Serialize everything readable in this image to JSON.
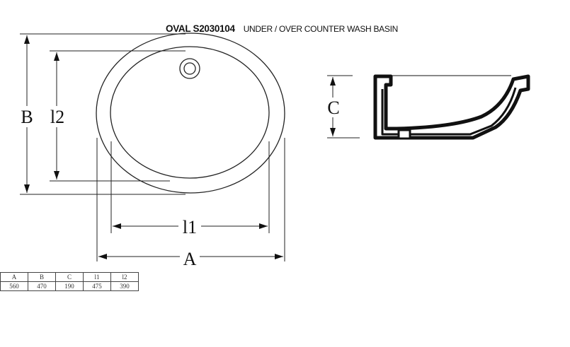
{
  "title": {
    "shape": "OVAL",
    "code": "S2030104",
    "description": "UNDER / OVER COUNTER WASH BASIN"
  },
  "labels": {
    "A": "A",
    "B": "B",
    "C": "C",
    "l1": "l1",
    "l2": "l2"
  },
  "table": {
    "headers": [
      "A",
      "B",
      "C",
      "l1",
      "l2"
    ],
    "values": [
      "560",
      "470",
      "190",
      "475",
      "390"
    ]
  }
}
